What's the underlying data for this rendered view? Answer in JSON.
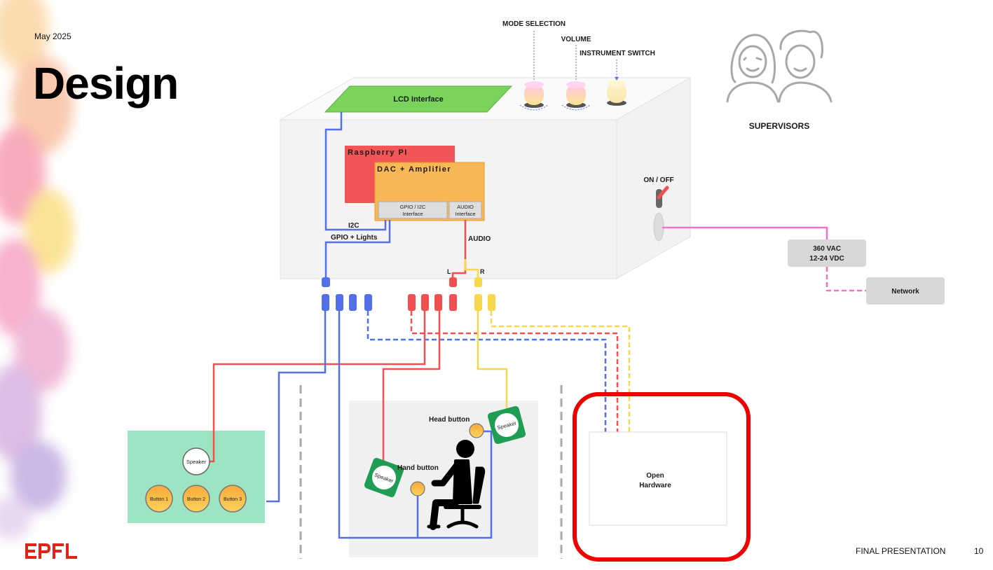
{
  "header": {
    "date": "May 2025",
    "title": "Design"
  },
  "footer": {
    "label": "FINAL PRESENTATION",
    "page": "10",
    "logo": "EPFL"
  },
  "knobs": {
    "mode": "MODE SELECTION",
    "volume": "VOLUME",
    "instrument": "INSTRUMENT SWITCH"
  },
  "box": {
    "lcd": "LCD Interface",
    "raspberry": "Raspberry PI",
    "dac": "DAC + Amplifier",
    "gpio_line1": "GPIO / I2C",
    "gpio_line2": "Interface",
    "audio_line1": "AUDIO",
    "audio_line2": "Interface",
    "i2c": "I2C",
    "gpio_lights": "GPIO + Lights",
    "audio": "AUDIO",
    "left": "L",
    "right": "R",
    "power": "ON / OFF"
  },
  "supervisors": "SUPERVISORS",
  "power": {
    "line1": "360 VAC",
    "line2": "12-24 VDC",
    "network": "Network"
  },
  "panel_left": {
    "speaker": "Speaker",
    "buttons": [
      "Button 1",
      "Button 2",
      "Button 3"
    ]
  },
  "panel_center": {
    "head_button": "Head button",
    "hand_button": "Hand button",
    "speaker_a": "Speaker",
    "speaker_b": "Speaker"
  },
  "open_hardware": {
    "line1": "Open",
    "line2": "Hardware"
  },
  "colors": {
    "blue": "#5470e6",
    "red": "#f25050",
    "yellow": "#f5d84e",
    "pink": "#f472c6",
    "lcd_green": "#7ad35a",
    "raspberry_red": "#f25556",
    "dac_orange": "#f9b856",
    "highlight_red": "#ee0000",
    "panel_green": "#9de5c2",
    "speaker_green": "#1f9d55"
  }
}
